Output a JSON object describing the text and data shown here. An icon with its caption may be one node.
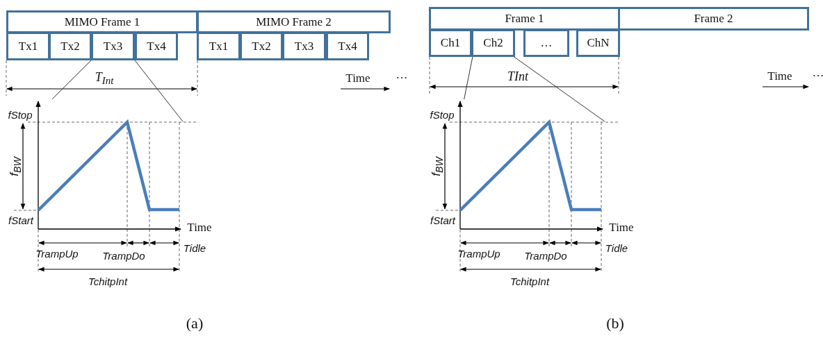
{
  "diagram": {
    "nodes": [
      {
        "text": [
          "MIMO Frame 1"
        ]
      },
      {
        "text": [
          "MIMO Frame 2"
        ]
      },
      {
        "text": [
          "Tx1"
        ]
      },
      {
        "text": [
          "Tx2"
        ]
      },
      {
        "text": [
          "Tx3"
        ]
      },
      {
        "text": [
          "Tx4"
        ]
      },
      {
        "text": [
          "Tx1"
        ]
      },
      {
        "text": [
          "Tx2"
        ]
      },
      {
        "text": [
          "Tx3"
        ]
      },
      {
        "text": [
          "Tx4"
        ]
      },
      {
        "text": [],
        "shape": "plot"
      },
      {
        "text": [
          "Frame 1"
        ]
      },
      {
        "text": [
          "Frame 2"
        ]
      },
      {
        "text": [
          "Ch1"
        ]
      },
      {
        "text": [
          "Ch2"
        ]
      },
      {
        "text": [
          "…"
        ]
      },
      {
        "text": [
          "ChN"
        ]
      },
      {
        "text": [],
        "shape": "plot"
      }
    ],
    "edges": [
      {
        "from": 4,
        "to": 10,
        "arrow": "none"
      },
      {
        "from": 4,
        "to": 10,
        "arrow": "none"
      },
      {
        "from": 14,
        "to": 17,
        "arrow": "none"
      },
      {
        "from": 14,
        "to": 17,
        "arrow": "none"
      }
    ],
    "labels": [
      "T$_{Int}$",
      "Time",
      "···",
      "fStop",
      "f$_{BW}$",
      "fStart",
      "Time",
      "TrampUp",
      "TrampDo",
      "Tidle",
      "TchitpInt",
      "(a)",
      "TInt",
      "Time",
      "···",
      "fStop",
      "f$_{BW}$",
      "fStart",
      "Time",
      "TrampUp",
      "TrampDo",
      "Tidle",
      "TchitpInt",
      "(b)"
    ]
  }
}
